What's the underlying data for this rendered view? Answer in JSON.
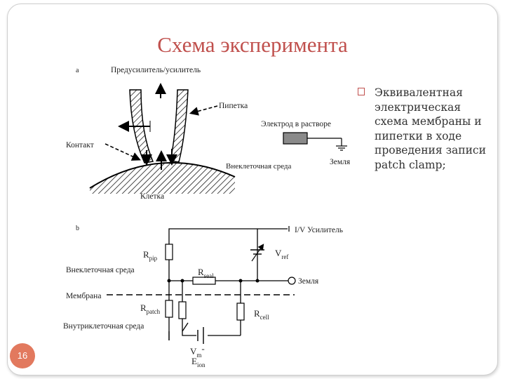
{
  "slide": {
    "title": "Схема эксперимента",
    "page_number": "16",
    "accent_color": "#c0504d"
  },
  "bullets": [
    {
      "icon": "square-bullet-icon",
      "text": "Эквивалентная электрическая схема мембраны и пипетки в ходе проведения записи patch clamp;"
    }
  ],
  "figure_a": {
    "panel_label": "a",
    "amplifier": "Предусилитель/усилитель",
    "pipette": "Пипетка",
    "contact": "Контакт",
    "bath_electrode": "Электрод в растворе",
    "ground": "Земля",
    "extracellular": "Внеклеточная среда",
    "cell": "Клетка"
  },
  "figure_b": {
    "panel_label": "b",
    "amplifier": "I/V Усилитель",
    "r_pip_main": "R",
    "r_pip_sub": "pip",
    "v_ref_main": "V",
    "v_ref_sub": "ref",
    "extracellular": "Внеклеточная среда",
    "r_seal_main": "R",
    "r_seal_sub": "seal",
    "ground": "Земля",
    "membrane": "Мембрана",
    "r_patch_main": "R",
    "r_patch_sub": "patch",
    "r_cell_main": "R",
    "r_cell_sub": "cell",
    "intracellular": "Внутриклеточная среда",
    "vm_main": "V",
    "vm_sub": "m",
    "vm_dash": "-",
    "eion_main": "E",
    "eion_sub": "ion"
  }
}
